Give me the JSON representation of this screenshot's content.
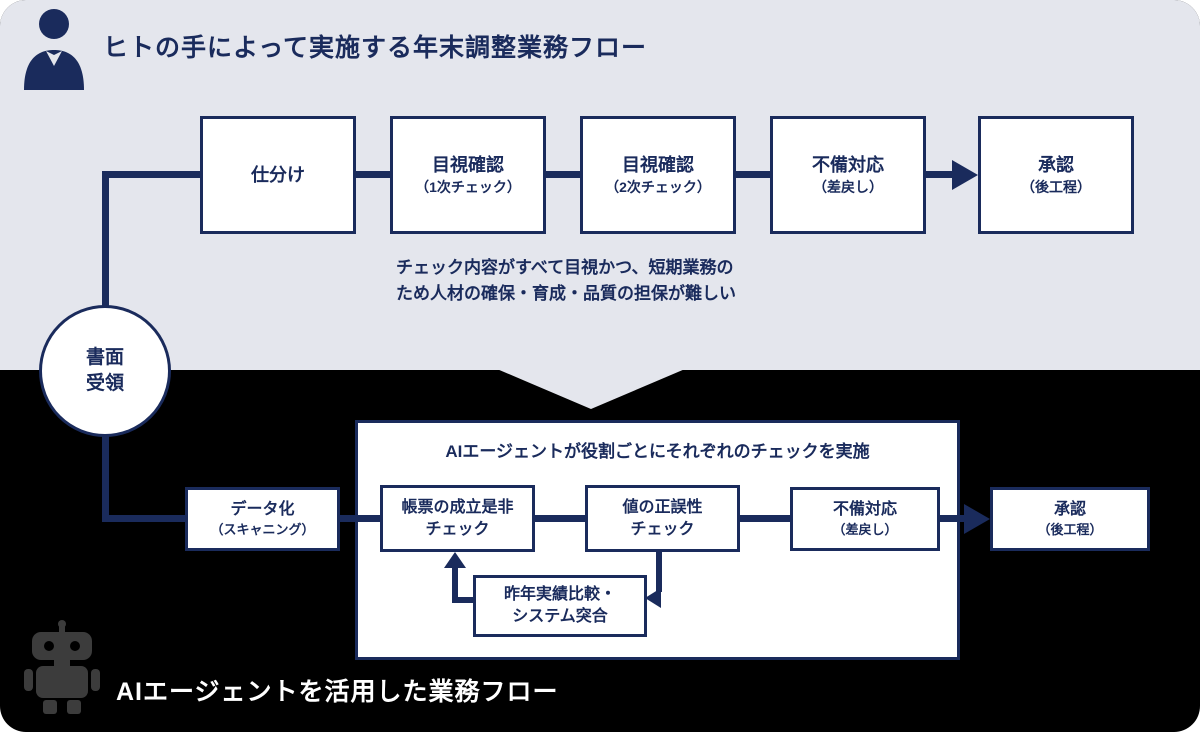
{
  "colors": {
    "navy": "#1a2b5c",
    "panel_gray": "#e4e6ed",
    "black": "#000000",
    "white": "#ffffff",
    "robot_gray": "#3c3c3c"
  },
  "top_flow": {
    "title": "ヒトの手によって実施する年末調整業務フロー",
    "icon": "person-icon",
    "steps": [
      {
        "label": "仕分け",
        "sub": ""
      },
      {
        "label": "目視確認",
        "sub": "（1次チェック）"
      },
      {
        "label": "目視確認",
        "sub": "（2次チェック）"
      },
      {
        "label": "不備対応",
        "sub": "（差戻し）"
      },
      {
        "label": "承認",
        "sub": "（後工程）"
      }
    ],
    "note_line1": "チェック内容がすべて目視かつ、短期業務の",
    "note_line2": "ため人材の確保・育成・品質の担保が難しい"
  },
  "start_node": {
    "line1": "書面",
    "line2": "受領"
  },
  "bottom_flow": {
    "title": "AIエージェントを活用した業務フロー",
    "icon": "robot-icon",
    "container_title": "AIエージェントが役割ごとにそれぞれのチェックを実施",
    "steps": [
      {
        "label": "データ化",
        "sub": "（スキャニング）"
      },
      {
        "label": "帳票の成立是非",
        "sub": "チェック"
      },
      {
        "label": "値の正誤性",
        "sub": "チェック"
      },
      {
        "label": "不備対応",
        "sub": "（差戻し）"
      },
      {
        "label": "承認",
        "sub": "（後工程）"
      }
    ],
    "loop_box": {
      "line1": "昨年実績比較・",
      "line2": "システム突合"
    }
  }
}
